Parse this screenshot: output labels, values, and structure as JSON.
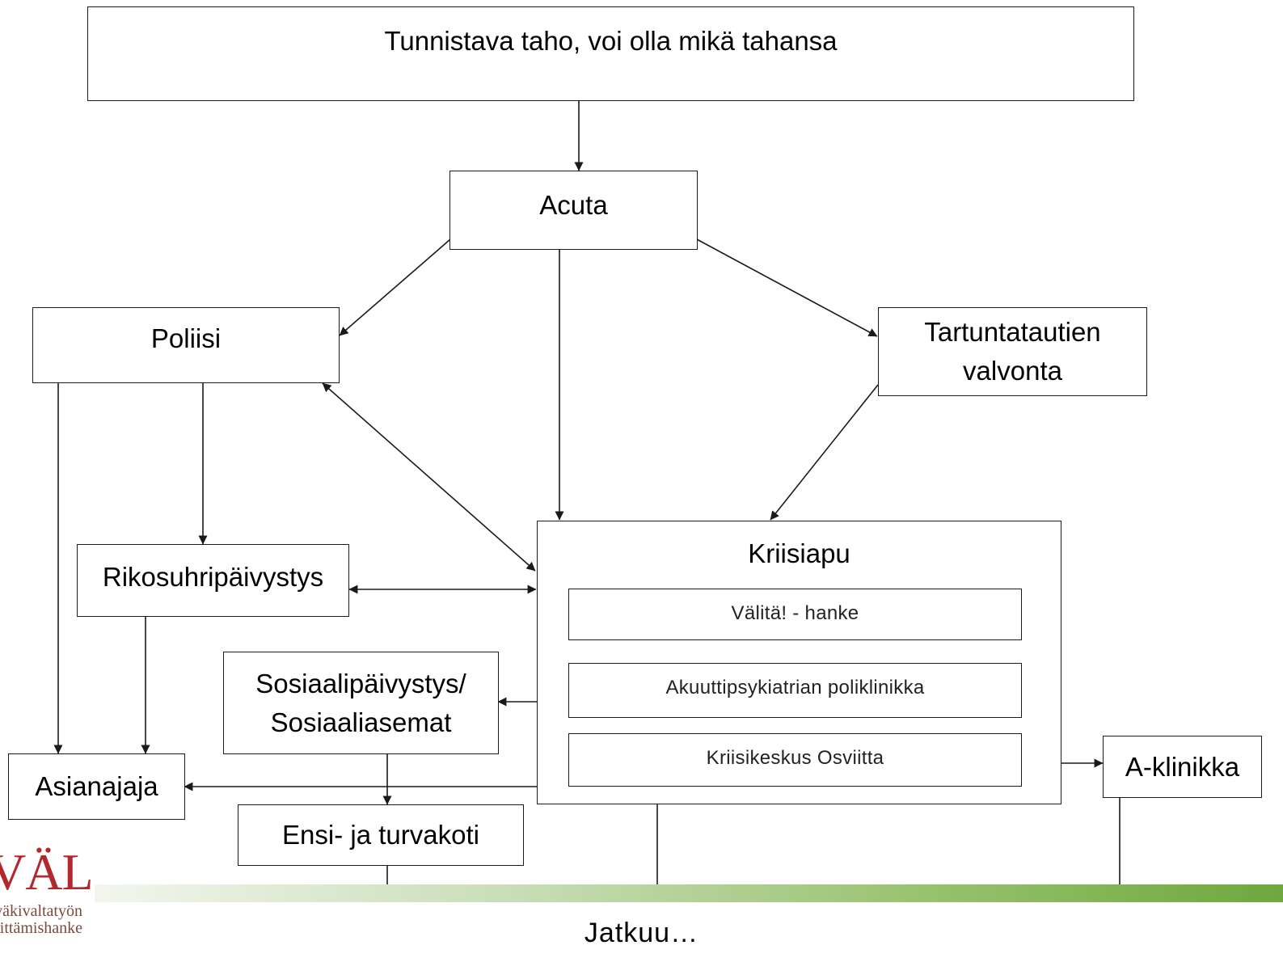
{
  "nodes": {
    "source": "Tunnistava taho, voi olla mikä tahansa",
    "acuta": "Acuta",
    "poliisi": "Poliisi",
    "tartunta": "Tartuntatautien valvonta",
    "rikosuhri": "Rikosuhripäivystys",
    "kriisiapu": "Kriisiapu",
    "valita_hanke": "Välitä! - hanke",
    "akuutti": "Akuuttipsykiatrian poliklinikka",
    "kriisikeskus": "Kriisikeskus Osviitta",
    "sosiaali": "Sosiaalipäivystys/ Sosiaaliasemat",
    "asianajaja": "Asianajaja",
    "ensi": "Ensi- ja turvakoti",
    "aklinikka": "A-klinikka"
  },
  "edges": [
    {
      "from": "source",
      "to": "acuta"
    },
    {
      "from": "acuta",
      "to": "poliisi"
    },
    {
      "from": "acuta",
      "to": "kriisiapu"
    },
    {
      "from": "acuta",
      "to": "tartunta"
    },
    {
      "from": "tartunta",
      "to": "kriisiapu"
    },
    {
      "from": "poliisi",
      "to": "kriisiapu",
      "bidirectional": true
    },
    {
      "from": "poliisi",
      "to": "rikosuhri"
    },
    {
      "from": "poliisi",
      "to": "asianajaja"
    },
    {
      "from": "rikosuhri",
      "to": "kriisiapu",
      "bidirectional": true
    },
    {
      "from": "rikosuhri",
      "to": "asianajaja"
    },
    {
      "from": "kriisiapu",
      "to": "sosiaali"
    },
    {
      "from": "kriisiapu",
      "to": "asianajaja"
    },
    {
      "from": "sosiaali",
      "to": "ensi"
    },
    {
      "from": "kriisiapu",
      "to": "aklinikka"
    },
    {
      "from": "ensi",
      "to": "continues"
    },
    {
      "from": "kriisiapu",
      "to": "continues"
    },
    {
      "from": "aklinikka",
      "to": "continues"
    }
  ],
  "footer": {
    "text": "Jatkuu…"
  },
  "logo": {
    "big": "VÄLITÄ!",
    "line1": "lähisuhdeväkivaltatyön",
    "line2": "kehittämishanke"
  },
  "colors": {
    "line": "#1a1a1a",
    "logo_red": "#b1282e",
    "bar_start": "#f2f6ee",
    "bar_end": "#6ea83e"
  }
}
